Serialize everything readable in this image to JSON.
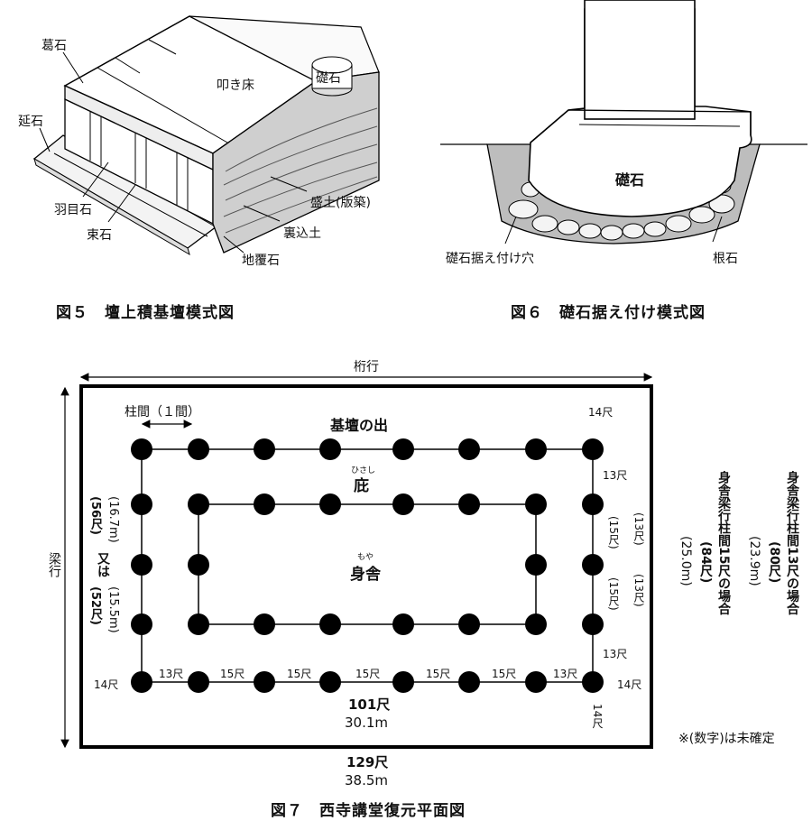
{
  "fig5": {
    "caption": "図５　壇上積基壇模式図",
    "labels": {
      "katsuraishi": "葛石",
      "nobeishi": "延石",
      "hameishi": "羽目石",
      "tsukaishi": "束石",
      "tatakiyuka": "叩き床",
      "soseki": "礎石",
      "morido": "盛土(版築)",
      "uragomedo": "裏込土",
      "jifukuishi": "地覆石"
    }
  },
  "fig6": {
    "caption": "図６　礎石据え付け模式図",
    "labels": {
      "soseki": "礎石",
      "hole": "礎石据え付け穴",
      "neishi": "根石"
    }
  },
  "fig7": {
    "caption": "図７　西寺講堂復元平面図",
    "keta_label": "桁行",
    "hari_label": "梁行",
    "bay_label": "柱間（１間）",
    "kidan_label": "基壇の出",
    "hisashi": "庇",
    "hisashi_ruby": "ひさし",
    "moya": "身舎",
    "moya_ruby": "もや",
    "bottom": {
      "shaku": "101尺",
      "m": "30.1m",
      "outer_shaku": "129尺",
      "outer_m": "38.5m"
    },
    "left_vertical": {
      "shaku52": "(52尺)",
      "m155": "(15.5m)",
      "mata": "又は",
      "shaku56": "(56尺)",
      "m167": "(16.7m)"
    },
    "right_notes": {
      "line1": "身舎梁行柱間13尺の場合",
      "line2": "(80尺)",
      "line3": "(23.9m)",
      "line4": "身舎梁行柱間15尺の場合",
      "line5": "(84尺)",
      "line6": "(25.0m)"
    },
    "bottom_spans": [
      "13尺",
      "15尺",
      "15尺",
      "15尺",
      "15尺",
      "15尺",
      "13尺"
    ],
    "right_spans": {
      "top14": "14尺",
      "r13a": "13尺",
      "r13b": "(13尺)",
      "r15b": "(15尺)",
      "r13c": "(13尺)",
      "r15c": "(15尺)",
      "r13d": "13尺",
      "right14": "14尺",
      "bottom14": "14尺",
      "left14": "14尺"
    },
    "note": "※(数字)は未確定"
  }
}
